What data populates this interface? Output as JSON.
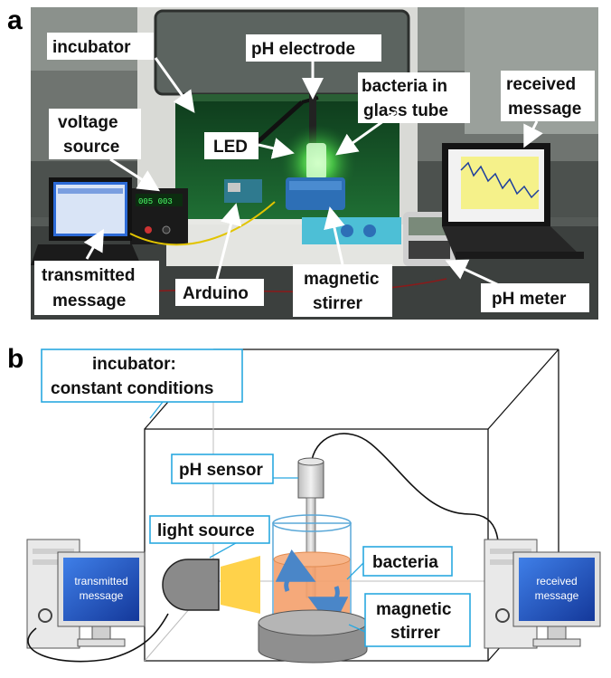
{
  "panel_a": {
    "letter": "a",
    "labels": {
      "incubator": "incubator",
      "ph_electrode": "pH electrode",
      "bacteria_tube_1": "bacteria in",
      "bacteria_tube_2": "glass tube",
      "received_1": "received",
      "received_2": "message",
      "voltage_1": "voltage",
      "voltage_2": "source",
      "led": "LED",
      "transmitted_1": "transmitted",
      "transmitted_2": "message",
      "arduino": "Arduino",
      "stirrer_1": "magnetic",
      "stirrer_2": "stirrer",
      "ph_meter": "pH meter"
    }
  },
  "panel_b": {
    "letter": "b",
    "labels": {
      "incubator_1": "incubator:",
      "incubator_2": "constant conditions",
      "ph_sensor": "pH sensor",
      "light_source": "light source",
      "bacteria": "bacteria",
      "stirrer_1": "magnetic",
      "stirrer_2": "stirrer"
    },
    "screens": {
      "left_1": "transmitted",
      "left_2": "message",
      "right_1": "received",
      "right_2": "message"
    }
  },
  "colors": {
    "label_border": "#29a8e0",
    "culture": "#f4a06b",
    "light_beam": "#ffd24a",
    "screen_blue": "#1f4fbf",
    "incubator_green": "#1f8a3a"
  }
}
